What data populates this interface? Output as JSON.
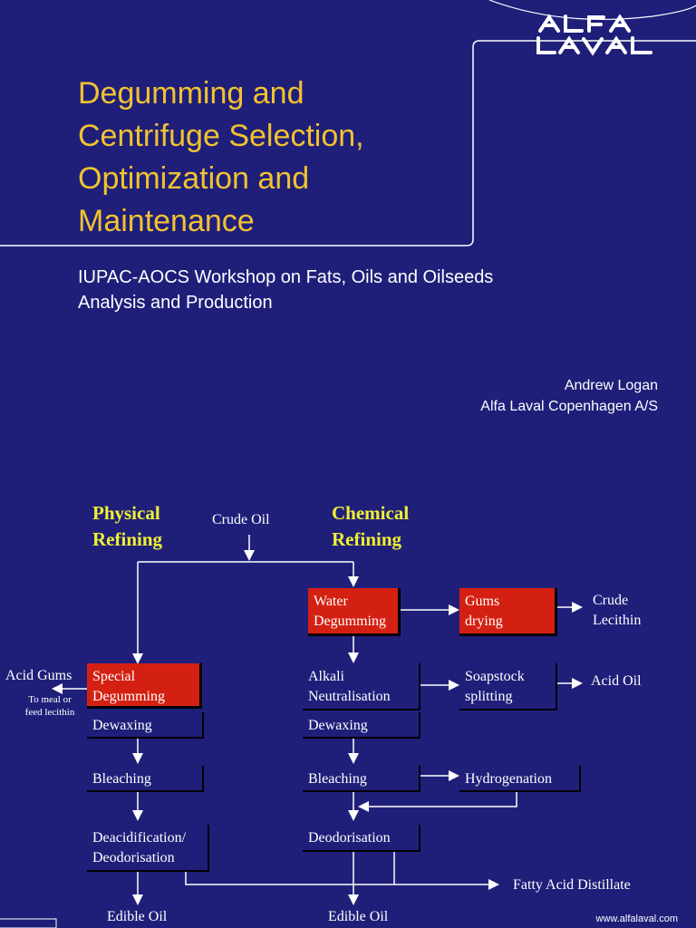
{
  "slide": {
    "title": [
      "Degumming and",
      "Centrifuge Selection,",
      "Optimization and",
      "Maintenance"
    ],
    "subtitle": [
      "IUPAC-AOCS Workshop on Fats, Oils and Oilseeds",
      "Analysis and Production"
    ],
    "author": "Andrew Logan",
    "company": "Alfa Laval Copenhagen A/S",
    "logo_text": "ALFA LAVAL",
    "url": "www.alfalaval.com"
  },
  "flow": {
    "physical": [
      "Physical",
      "Refining"
    ],
    "chemical": [
      "Chemical",
      "Refining"
    ],
    "crude_oil": "Crude Oil",
    "water_degumming": [
      "Water",
      "Degumming"
    ],
    "gums_drying": [
      "Gums",
      "drying"
    ],
    "crude_lecithin": [
      "Crude",
      "Lecithin"
    ],
    "acid_gums": "Acid Gums",
    "acid_gums_note": [
      "To meal or",
      "feed lecithin"
    ],
    "special_degumming": [
      "Special",
      "Degumming"
    ],
    "dewaxing_left": "Dewaxing",
    "bleaching_left": "Bleaching",
    "deacid": [
      "Deacidification/",
      "Deodorisation"
    ],
    "edible_oil_left": "Edible Oil",
    "alkali": [
      "Alkali",
      "Neutralisation"
    ],
    "soapstock": [
      "Soapstock",
      "splitting"
    ],
    "acid_oil": "Acid Oil",
    "dewaxing_right": "Dewaxing",
    "bleaching_right": "Bleaching",
    "hydrogenation": "Hydrogenation",
    "deodorisation": "Deodorisation",
    "fatty_acid_distillate": "Fatty Acid Distillate",
    "edible_oil_right": "Edible Oil"
  },
  "colors": {
    "background": "#1f1f7a",
    "title": "#f2c230",
    "heading": "#f0f033",
    "red_box": "#d42012"
  }
}
